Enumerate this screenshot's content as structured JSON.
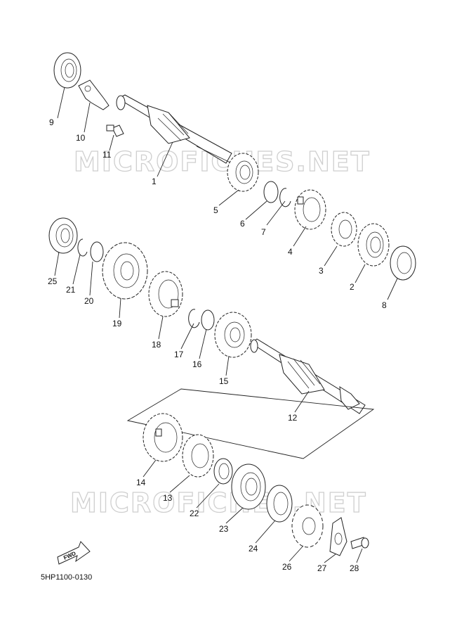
{
  "watermark": "MICROFICHES.NET",
  "diagram_code": "5HP1100-0130",
  "fwd_label": "FWD",
  "parts": [
    {
      "no": "1",
      "label": "1"
    },
    {
      "no": "2",
      "label": "2"
    },
    {
      "no": "3",
      "label": "3"
    },
    {
      "no": "4",
      "label": "4"
    },
    {
      "no": "5",
      "label": "5"
    },
    {
      "no": "6",
      "label": "6"
    },
    {
      "no": "7",
      "label": "7"
    },
    {
      "no": "8",
      "label": "8"
    },
    {
      "no": "9",
      "label": "9"
    },
    {
      "no": "10",
      "label": "10"
    },
    {
      "no": "11",
      "label": "11"
    },
    {
      "no": "12",
      "label": "12"
    },
    {
      "no": "13",
      "label": "13"
    },
    {
      "no": "14",
      "label": "14"
    },
    {
      "no": "15",
      "label": "15"
    },
    {
      "no": "16",
      "label": "16"
    },
    {
      "no": "17",
      "label": "17"
    },
    {
      "no": "18",
      "label": "18"
    },
    {
      "no": "19",
      "label": "19"
    },
    {
      "no": "20",
      "label": "20"
    },
    {
      "no": "21",
      "label": "21"
    },
    {
      "no": "22",
      "label": "22"
    },
    {
      "no": "23",
      "label": "23"
    },
    {
      "no": "24",
      "label": "24"
    },
    {
      "no": "25",
      "label": "25"
    },
    {
      "no": "26",
      "label": "26"
    },
    {
      "no": "27",
      "label": "27"
    },
    {
      "no": "28",
      "label": "28"
    }
  ]
}
